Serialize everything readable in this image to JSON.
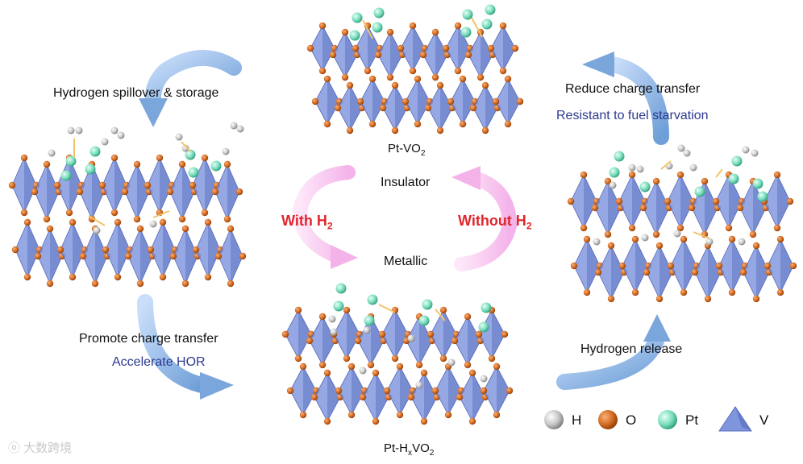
{
  "labels": {
    "top_left": "Hydrogen spillover & storage",
    "promote": "Promote charge transfer",
    "accelerate": "Accelerate HOR",
    "reduce": "Reduce charge transfer",
    "resistant": "Resistant to fuel starvation",
    "hydrogen_release": "Hydrogen  release",
    "insulator": "Insulator",
    "metallic": "Metallic",
    "with_h2": "With H",
    "with_h2_sub": "2",
    "without_h2": "Without H",
    "without_h2_sub": "2",
    "pt_vo2_a": "Pt-VO",
    "pt_vo2_sub": "2",
    "pt_hxvo2_a": "Pt-H",
    "pt_hxvo2_x": "x",
    "pt_hxvo2_b": "VO",
    "pt_hxvo2_sub": "2"
  },
  "legend": [
    {
      "symbol": "H",
      "color": "#bfbfbf"
    },
    {
      "symbol": "O",
      "color": "#d2691e"
    },
    {
      "symbol": "Pt",
      "color": "#7fe0c0"
    },
    {
      "symbol": "V",
      "color": "#6f86d6"
    }
  ],
  "watermark": "大数跨境",
  "colors": {
    "octahedron": "#6f86d6",
    "oxygen": "#d2691e",
    "blue_arrow": "#8fb8e8",
    "pink_arrow": "#f6b8ee",
    "text_red": "#e0262e",
    "text_navy": "#2b3a8f"
  }
}
